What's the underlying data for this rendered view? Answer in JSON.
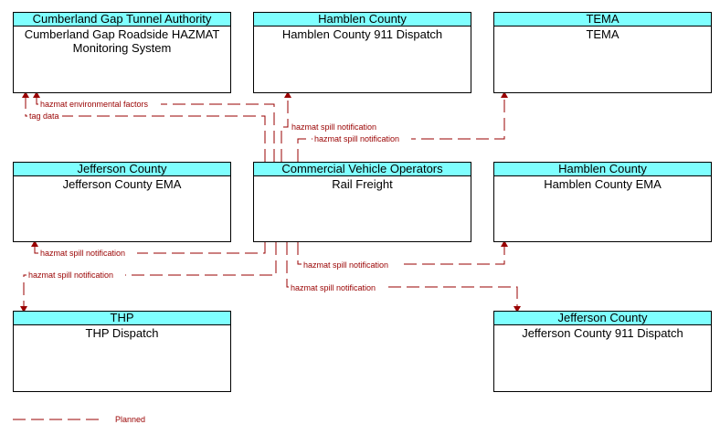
{
  "nodes": {
    "cgta": {
      "owner": "Cumberland Gap Tunnel Authority",
      "name": "Cumberland Gap Roadside HAZMAT Monitoring System"
    },
    "hc911": {
      "owner": "Hamblen County",
      "name": "Hamblen County 911 Dispatch"
    },
    "tema": {
      "owner": "TEMA",
      "name": "TEMA"
    },
    "jcema": {
      "owner": "Jefferson County",
      "name": "Jefferson County EMA"
    },
    "cvo": {
      "owner": "Commercial Vehicle Operators",
      "name": "Rail Freight"
    },
    "hcema": {
      "owner": "Hamblen County",
      "name": "Hamblen County EMA"
    },
    "thp": {
      "owner": "THP",
      "name": "THP Dispatch"
    },
    "jc911": {
      "owner": "Jefferson County",
      "name": "Jefferson County 911 Dispatch"
    }
  },
  "flows": {
    "f1": "hazmat environmental factors",
    "f2": "tag data",
    "f3": "hazmat spill notification",
    "f4": "hazmat spill notification",
    "f5": "hazmat spill notification",
    "f6": "hazmat spill notification",
    "f7": "hazmat spill notification",
    "f8": "hazmat spill notification"
  },
  "legend": {
    "planned_label": "Planned"
  },
  "colors": {
    "header_fill": "#7fffff",
    "flow_line": "#990000",
    "border": "#000000"
  }
}
